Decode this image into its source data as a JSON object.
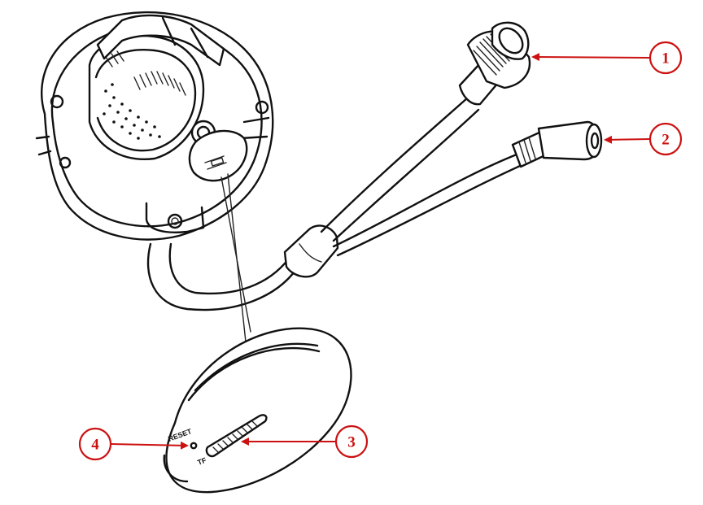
{
  "style": {
    "callout_color": "#cc1111",
    "ink_color": "#111111"
  },
  "callouts": [
    {
      "id": "1",
      "label": "1",
      "target": "network-connector"
    },
    {
      "id": "2",
      "label": "2",
      "target": "power-connector"
    },
    {
      "id": "3",
      "label": "3",
      "target": "memory-card-slot"
    },
    {
      "id": "4",
      "label": "4",
      "target": "reset-button"
    }
  ],
  "device_markings": {
    "reset_label": "RESET",
    "slot_label": "TF"
  }
}
